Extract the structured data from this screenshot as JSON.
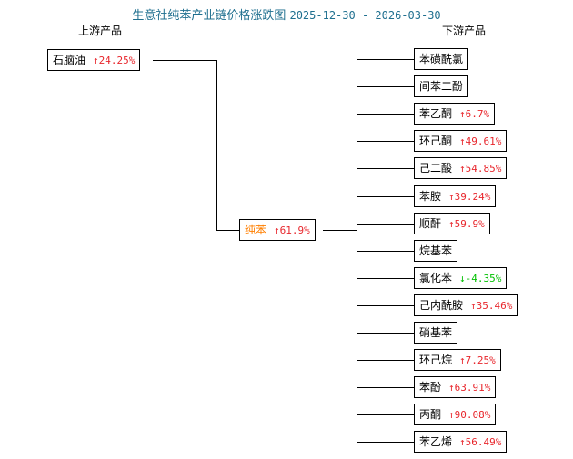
{
  "header": {
    "title_main": "生意社纯苯产业链价格涨跌图",
    "date_range": "2025-12-30 - 2026-03-30",
    "title_color": "#1F6F8F"
  },
  "columns": {
    "upstream_label": "上游产品",
    "downstream_label": "下游产品"
  },
  "colors": {
    "up": "#E8262C",
    "down": "#00C000",
    "center_node_text": "#FF7F00",
    "box_border": "#000000",
    "background": "#FFFFFF"
  },
  "icons": {
    "up_arrow": "↑",
    "down_arrow": "↓"
  },
  "chart_data": {
    "type": "diagram",
    "title": "生意社纯苯产业链价格涨跌图",
    "subtitle": "2025-12-30 - 2026-03-30",
    "center": {
      "name": "纯苯",
      "change": "61.9%",
      "direction": "up",
      "value": 61.9
    },
    "upstream": [
      {
        "name": "石脑油",
        "change": "24.25%",
        "direction": "up",
        "value": 24.25
      }
    ],
    "downstream": [
      {
        "name": "苯磺酰氯",
        "change": "",
        "direction": "none",
        "value": null
      },
      {
        "name": "间苯二酚",
        "change": "",
        "direction": "none",
        "value": null
      },
      {
        "name": "苯乙酮",
        "change": "6.7%",
        "direction": "up",
        "value": 6.7
      },
      {
        "name": "环己酮",
        "change": "49.61%",
        "direction": "up",
        "value": 49.61
      },
      {
        "name": "己二酸",
        "change": "54.85%",
        "direction": "up",
        "value": 54.85
      },
      {
        "name": "苯胺",
        "change": "39.24%",
        "direction": "up",
        "value": 39.24
      },
      {
        "name": "顺酐",
        "change": "59.9%",
        "direction": "up",
        "value": 59.9
      },
      {
        "name": "烷基苯",
        "change": "",
        "direction": "none",
        "value": null
      },
      {
        "name": "氯化苯",
        "change": "-4.35%",
        "direction": "down",
        "value": -4.35
      },
      {
        "name": "己内酰胺",
        "change": "35.46%",
        "direction": "up",
        "value": 35.46
      },
      {
        "name": "硝基苯",
        "change": "",
        "direction": "none",
        "value": null
      },
      {
        "name": "环己烷",
        "change": "7.25%",
        "direction": "up",
        "value": 7.25
      },
      {
        "name": "苯酚",
        "change": "63.91%",
        "direction": "up",
        "value": 63.91
      },
      {
        "name": "丙酮",
        "change": "90.08%",
        "direction": "up",
        "value": 90.08
      },
      {
        "name": "苯乙烯",
        "change": "56.49%",
        "direction": "up",
        "value": 56.49
      }
    ]
  }
}
